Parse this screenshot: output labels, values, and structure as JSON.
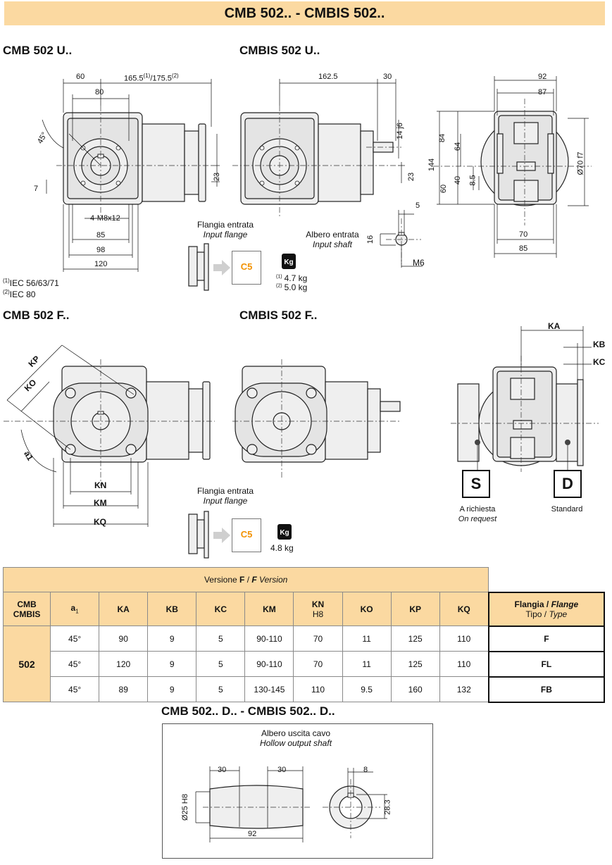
{
  "title": "CMB 502.. - CMBIS 502..",
  "sections": {
    "cmb_u": "CMB 502 U..",
    "cmbis_u": "CMBIS 502 U..",
    "cmb_f": "CMB 502 F..",
    "cmbis_f": "CMBIS 502 F..",
    "hollow": "CMB 502.. D..  -  CMBIS 502.. D.."
  },
  "labels": {
    "input_flange_it": "Flangia entrata",
    "input_flange_en": "Input flange",
    "input_shaft_it": "Albero entrata",
    "input_shaft_en": "Input shaft",
    "hollow_it": "Albero uscita cavo",
    "hollow_en": "Hollow output shaft",
    "on_request_it": "A richiesta",
    "on_request_en": "On request",
    "standard": "Standard",
    "s": "S",
    "d": "D",
    "c5": "C5",
    "kg": "Kg"
  },
  "notes": {
    "n1_sup": "(1)",
    "n1_text": "IEC 56/63/71",
    "n2_sup": "(2)",
    "n2_text": "IEC 80"
  },
  "weights": {
    "u1_sup": "(1)",
    "u1": "4.7 kg",
    "u2_sup": "(2)",
    "u2": "5.0 kg",
    "f": "4.8 kg"
  },
  "dims_cmb_u": {
    "d60": "60",
    "d165": "165.5",
    "d165_sup1": "(1)",
    "d175": "/175.5",
    "d175_sup2": "(2)",
    "d80": "80",
    "d45": "45°",
    "d7": "7",
    "d23": "23",
    "m8": "4-M8x12",
    "d85": "85",
    "d98": "98",
    "d120": "120"
  },
  "dims_cmbis_u": {
    "d162": "162.5",
    "d30": "30",
    "d14": "14 j6",
    "d23": "23"
  },
  "dims_side": {
    "d92": "92",
    "d87": "87",
    "d84": "84",
    "d64": "64",
    "d144": "144",
    "d70f7": "Ø70 f7",
    "d40": "40",
    "d8_5": "8.5",
    "d60": "60",
    "d70": "70",
    "d85": "85"
  },
  "dims_shaft": {
    "d5": "5",
    "d16": "16",
    "m6": "M6"
  },
  "dims_f": {
    "kp": "KP",
    "ko": "KO",
    "a1": "a1",
    "kn": "KN",
    "km": "KM",
    "kq": "KQ",
    "ka": "KA",
    "kb": "KB",
    "kc": "KC"
  },
  "dims_hollow": {
    "d30a": "30",
    "d30b": "30",
    "d92": "92",
    "d25": "Ø25 H8",
    "d8": "8",
    "d28_3": "28.3"
  },
  "table": {
    "version_it": "Versione ",
    "version_f": "F",
    "version_sep": " / ",
    "version_f2": "F",
    "version_en": " Version",
    "col_model": "CMB\nCMBIS",
    "col_model_1": "CMB",
    "col_model_2": "CMBIS",
    "columns": [
      "a1",
      "KA",
      "KB",
      "KC",
      "KM",
      "KN",
      "KO",
      "KP",
      "KQ"
    ],
    "col_a1_base": "a",
    "col_a1_sub": "1",
    "col_kn_sub": "H8",
    "col_flange_1": "Flangia / ",
    "col_flange_1b": "Flange",
    "col_flange_2": "Tipo / ",
    "col_flange_2b": "Type",
    "model": "502",
    "rows": [
      {
        "a1": "45°",
        "KA": "90",
        "KB": "9",
        "KC": "5",
        "KM": "90-110",
        "KN": "70",
        "KO": "11",
        "KP": "125",
        "KQ": "110",
        "flange": "F"
      },
      {
        "a1": "45°",
        "KA": "120",
        "KB": "9",
        "KC": "5",
        "KM": "90-110",
        "KN": "70",
        "KO": "11",
        "KP": "125",
        "KQ": "110",
        "flange": "FL"
      },
      {
        "a1": "45°",
        "KA": "89",
        "KB": "9",
        "KC": "5",
        "KM": "130-145",
        "KN": "110",
        "KO": "9.5",
        "KP": "160",
        "KQ": "132",
        "flange": "FB"
      }
    ]
  }
}
